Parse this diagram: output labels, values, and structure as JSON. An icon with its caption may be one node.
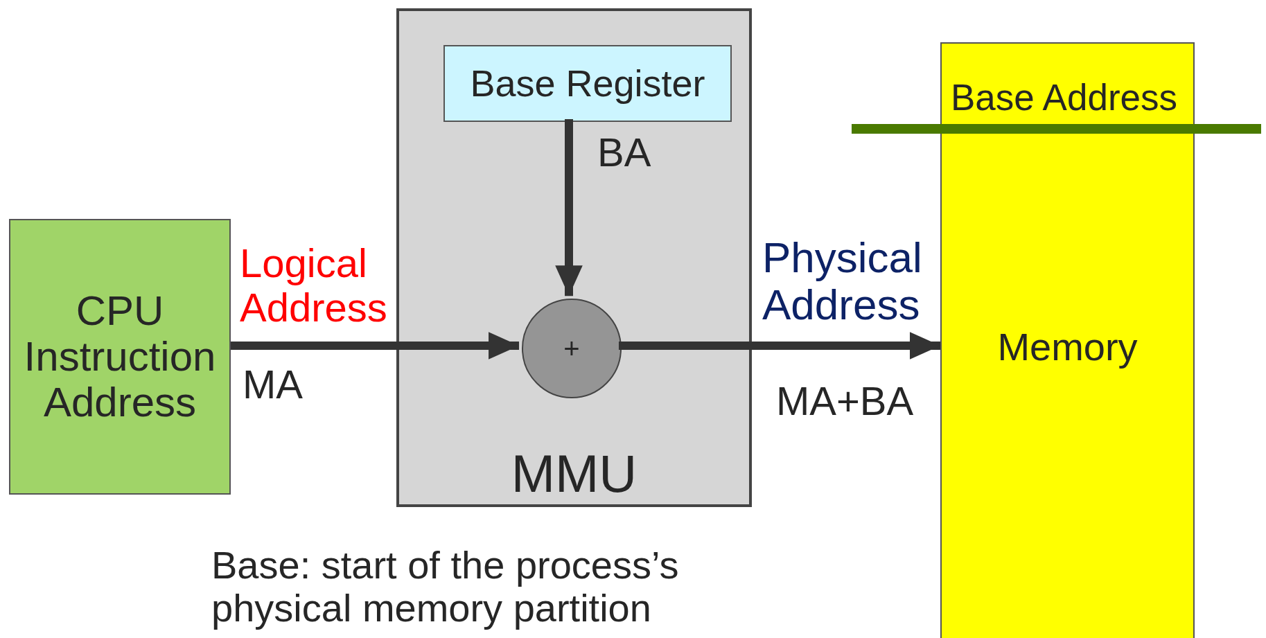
{
  "diagram": {
    "nodes": [
      {
        "text": [
          "CPU Instruction Address"
        ]
      },
      {
        "text": [
          "MMU"
        ]
      },
      {
        "text": [
          "Base Register"
        ],
        "in": 1
      },
      {
        "text": [
          "+"
        ],
        "in": 1
      },
      {
        "text": [
          "Memory"
        ]
      },
      {
        "text": [],
        "shape": "bar"
      }
    ],
    "edges": [
      {
        "from": 0,
        "to": 3,
        "arrow": "to",
        "label": "Logical Address"
      },
      {
        "from": 2,
        "to": 3,
        "arrow": "to",
        "label": "BA"
      },
      {
        "from": 3,
        "to": 4,
        "arrow": "to",
        "label": "Physical Address"
      }
    ],
    "labels": [
      "Base Address",
      "MA",
      "MA+BA",
      "Base: start of the process’s physical memory partition"
    ]
  }
}
